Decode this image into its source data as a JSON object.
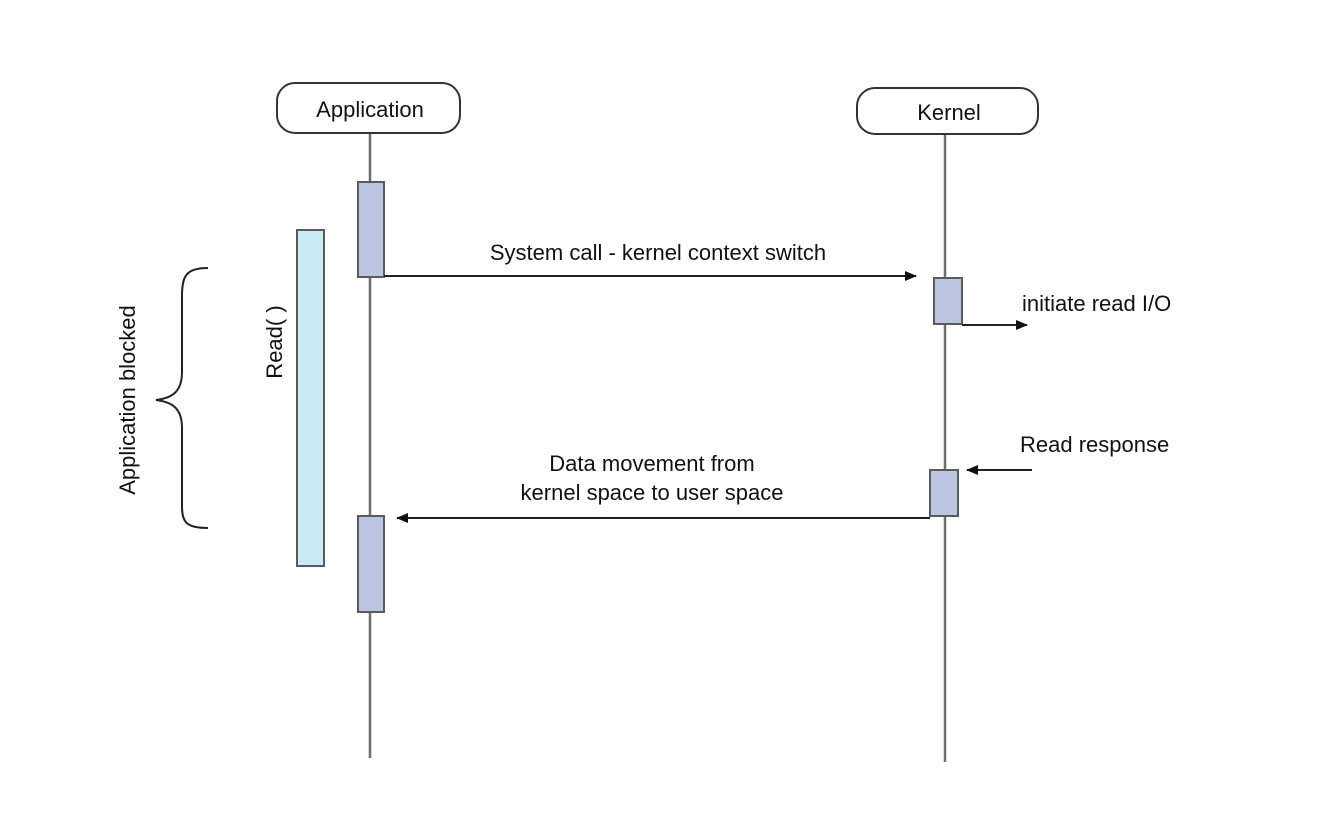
{
  "participants": {
    "application": "Application",
    "kernel": "Kernel"
  },
  "messages": {
    "system_call": "System call - kernel context switch",
    "initiate_read": "initiate read I/O",
    "read_response": "Read response",
    "data_movement_line1": "Data movement from",
    "data_movement_line2": "kernel space to user space"
  },
  "labels": {
    "read_call": "Read( )",
    "application_blocked": "Application blocked"
  },
  "colors": {
    "activation_fill": "#bcc6e0",
    "read_bar_fill": "#c9ecf4"
  }
}
